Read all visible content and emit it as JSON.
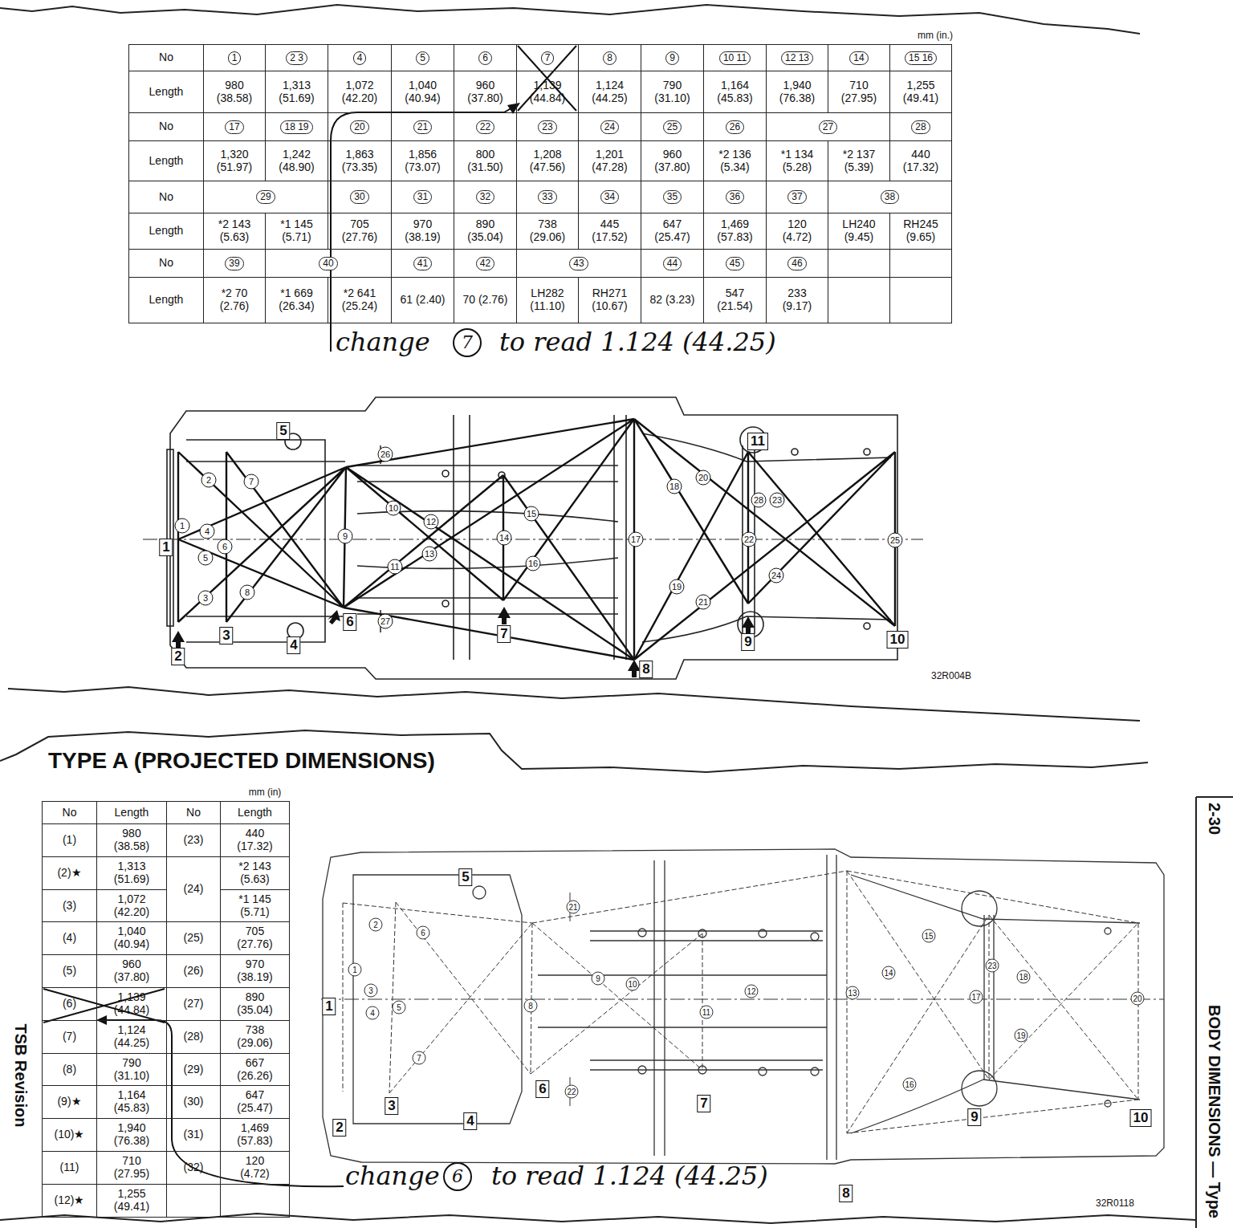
{
  "diagram": {
    "title": "TYPE A (PROJECTED DIMENSIONS)",
    "labels": [
      "mm (in.)",
      "No",
      "1",
      "2 3",
      "4",
      "5",
      "6",
      "7",
      "8",
      "9",
      "10 11",
      "12 13",
      "14",
      "15 16",
      "Length",
      "980 (38.58)",
      "1,313 (51.69)",
      "1,072 (42.20)",
      "1,040 (40.94)",
      "960 (37.80)",
      "1,139 (44.84)",
      "1,124 (44.25)",
      "790 (31.10)",
      "1,164 (45.83)",
      "1,940 (76.38)",
      "710 (27.95)",
      "1,255 (49.41)",
      "No",
      "17",
      "18 19",
      "20",
      "21",
      "22",
      "23",
      "24",
      "25",
      "26",
      "27",
      "28",
      "Length",
      "1,320 (51.97)",
      "1,242 (48.90)",
      "1,863 (73.35)",
      "1,856 (73.07)",
      "800 (31.50)",
      "1,208 (47.56)",
      "1,201 (47.28)",
      "960 (37.80)",
      "*2 136 (5.34)",
      "*1 134 (5.28)",
      "*2 137 (5.39)",
      "440 (17.32)",
      "No",
      "29",
      "30",
      "31",
      "32",
      "33",
      "34",
      "35",
      "36",
      "37",
      "38",
      "Length",
      "*2 143 (5.63)",
      "*1 145 (5.71)",
      "705 (27.76)",
      "970 (38.19)",
      "890 (35.04)",
      "738 (29.06)",
      "445 (17.52)",
      "647 (25.47)",
      "1,469 (57.83)",
      "120 (4.72)",
      "LH240 (9.45)",
      "RH245 (9.65)",
      "No",
      "39",
      "40",
      "41",
      "42",
      "43",
      "44",
      "45",
      "46",
      "Length",
      "*2 70 (2.76)",
      "*1 669 (26.34)",
      "*2 641 (25.24)",
      "61 (2.40)",
      "70 (2.76)",
      "LH282 (11.10)",
      "RH271 (10.67)",
      "82 (3.23)",
      "547 (21.54)",
      "233 (9.17)",
      "change",
      "7",
      "to read 1.124 (44.25)",
      "1",
      "2",
      "3",
      "4",
      "5",
      "6",
      "7",
      "8",
      "9",
      "10",
      "11",
      "1",
      "2",
      "3",
      "4",
      "5",
      "6",
      "7",
      "8",
      "9",
      "10",
      "11",
      "12",
      "13",
      "14",
      "15",
      "16",
      "17",
      "18",
      "19",
      "20",
      "21",
      "22",
      "23",
      "24",
      "25",
      "26",
      "27",
      "28",
      "32R004B",
      "mm (in)",
      "No",
      "Length",
      "No",
      "Length",
      "(1)",
      "980 (38.58)",
      "(23)",
      "440 (17.32)",
      "(2)★",
      "1,313 (51.69)",
      "(24)",
      "*2 143 (5.63)",
      "(3)",
      "1,072 (42.20)",
      "*1 145 (5.71)",
      "(4)",
      "1,040 (40.94)",
      "(25)",
      "705 (27.76)",
      "(5)",
      "960 (37.80)",
      "(26)",
      "970 (38.19)",
      "(6)",
      "1,139 (44.84)",
      "(27)",
      "890 (35.04)",
      "(7)",
      "1,124 (44.25)",
      "(28)",
      "738 (29.06)",
      "(8)",
      "790 (31.10)",
      "(29)",
      "667 (26.26)",
      "(9)★",
      "1,164 (45.83)",
      "(30)",
      "647 (25.47)",
      "(10)★",
      "1,940 (76.38)",
      "(31)",
      "1,469 (57.83)",
      "(11)",
      "710 (27.95)",
      "(32)",
      "120 (4.72)",
      "(12)★",
      "1,255 (49.41)",
      "change",
      "6",
      "to read 1.124 (44.25)",
      "1",
      "2",
      "3",
      "4",
      "5",
      "6",
      "7",
      "8",
      "9",
      "10",
      "1",
      "2",
      "3",
      "4",
      "5",
      "6",
      "7",
      "8",
      "9",
      "10",
      "11",
      "12",
      "13",
      "14",
      "15",
      "16",
      "17",
      "18",
      "19",
      "20",
      "21",
      "22",
      "23",
      "32R0118",
      "TSB Revision",
      "2-30",
      "BODY DIMENSIONS — Type"
    ]
  }
}
